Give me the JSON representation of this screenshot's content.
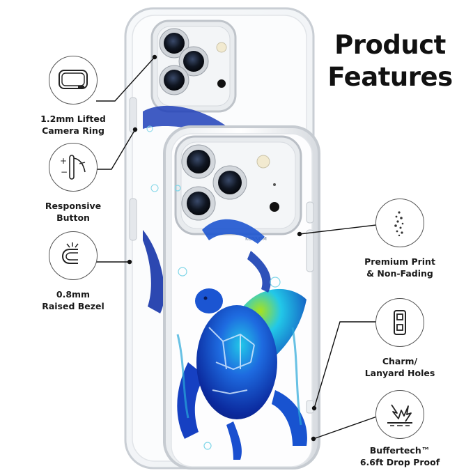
{
  "title": {
    "line1": "Product",
    "line2": "Features"
  },
  "features": {
    "camera": {
      "line1": "1.2mm Lifted",
      "line2": "Camera Ring",
      "icon": "camera-ring-icon"
    },
    "button": {
      "line1": "Responsive",
      "line2": "Button",
      "icon": "button-press-icon"
    },
    "bezel": {
      "line1": "0.8mm",
      "line2": "Raised Bezel",
      "icon": "raised-bezel-icon"
    },
    "print": {
      "line1": "Premium Print",
      "line2": "& Non-Fading",
      "icon": "sparkle-print-icon"
    },
    "holes": {
      "line1": "Charm/",
      "line2": "Lanyard Holes",
      "icon": "lanyard-hole-icon"
    },
    "drop": {
      "line1": "Buffertech™",
      "line2": "6.6ft Drop Proof",
      "icon": "impact-icon"
    }
  },
  "product": {
    "brand_mark": "KOSNOM"
  },
  "colors": {
    "turtle_deep": "#0b2a9e",
    "turtle_mid": "#1e6be0",
    "turtle_bright": "#22c8e8",
    "turtle_lime": "#a8e21c",
    "case_edge": "#cfd3d8",
    "leader_line": "#111111"
  }
}
